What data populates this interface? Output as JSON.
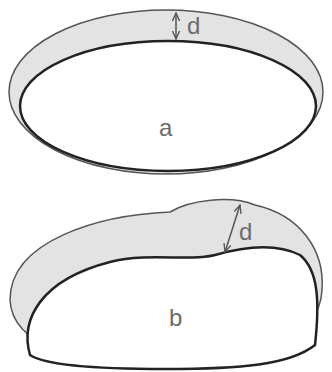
{
  "diagram": {
    "labels": [
      "d",
      "a",
      "d",
      "b"
    ]
  }
}
